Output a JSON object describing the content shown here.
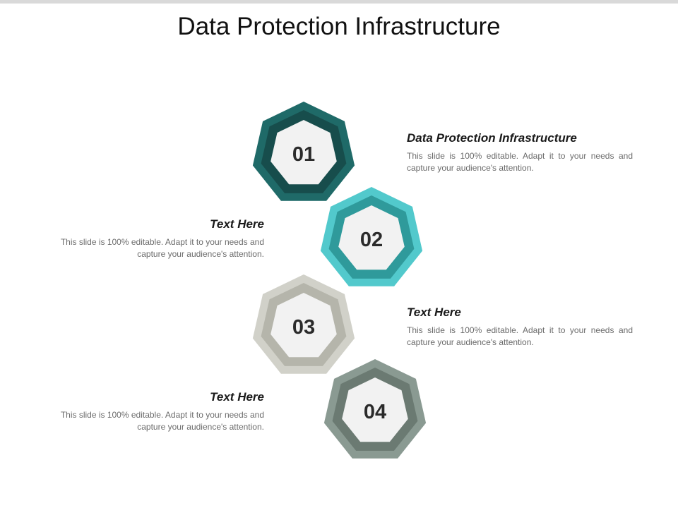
{
  "slide": {
    "title": "Data Protection Infrastructure"
  },
  "steps": [
    {
      "number": "01",
      "heading": "Data Protection Infrastructure",
      "body": "This slide is 100% editable. Adapt it to your needs and capture your audience's attention.",
      "side": "right",
      "colors": {
        "outer": "#1f6a68",
        "mid": "#174d4c"
      }
    },
    {
      "number": "02",
      "heading": "Text Here",
      "body": "This slide is 100% editable. Adapt it to your needs and capture your audience's attention.",
      "side": "left",
      "colors": {
        "outer": "#52c9cc",
        "mid": "#2f9a9b"
      }
    },
    {
      "number": "03",
      "heading": "Text Here",
      "body": "This slide is 100% editable. Adapt it to your needs and capture your audience's attention.",
      "side": "right",
      "colors": {
        "outer": "#d1d1c9",
        "mid": "#b5b5ab"
      }
    },
    {
      "number": "04",
      "heading": "Text Here",
      "body": "This slide is 100% editable. Adapt it to your needs and capture your audience's attention.",
      "side": "left",
      "colors": {
        "outer": "#8a9a92",
        "mid": "#6b7a72"
      }
    }
  ],
  "inner_fill": "#f2f2f2"
}
